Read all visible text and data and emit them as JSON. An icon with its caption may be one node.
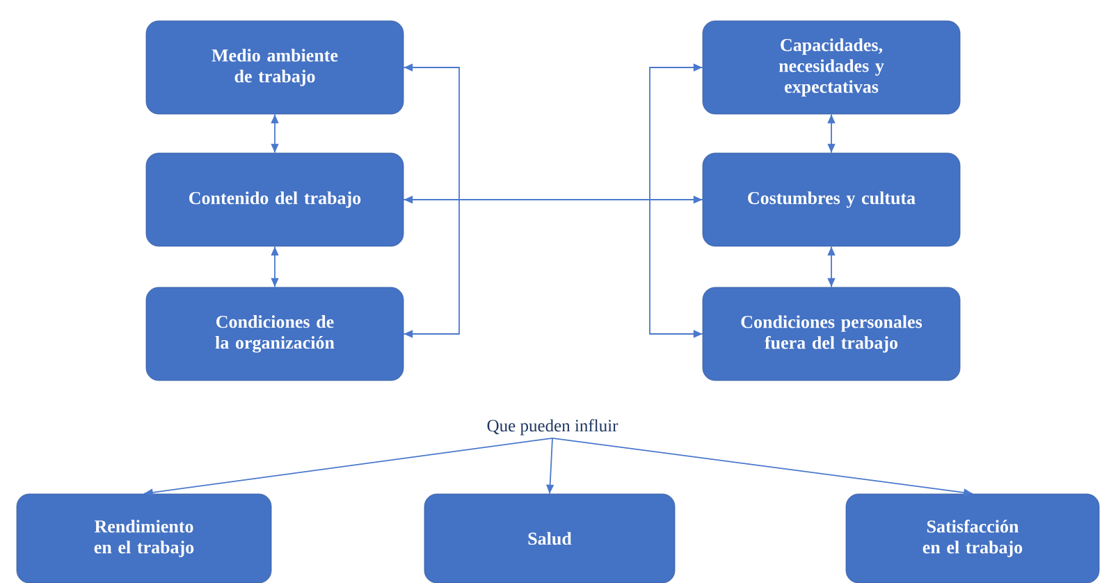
{
  "diagram": {
    "nodes": [
      {
        "text": [
          "Medio ambiente de trabajo"
        ]
      },
      {
        "text": [
          "Contenido del trabajo"
        ]
      },
      {
        "text": [
          "Condiciones de la organización"
        ]
      },
      {
        "text": [
          "Capacidades, necesidades y expectativas"
        ]
      },
      {
        "text": [
          "Costumbres y cultuta"
        ]
      },
      {
        "text": [
          "Condiciones personales fuera del trabajo"
        ]
      },
      {
        "text": [
          "Que pueden influir"
        ]
      },
      {
        "text": [
          "Rendimiento en el trabajo"
        ]
      },
      {
        "text": [
          "Salud"
        ]
      },
      {
        "text": [
          "Satisfacción en el trabajo"
        ]
      }
    ],
    "edges": [
      {
        "from": 0,
        "to": 1,
        "arrow": "both"
      },
      {
        "from": 1,
        "to": 2,
        "arrow": "both"
      },
      {
        "from": 3,
        "to": 4,
        "arrow": "both"
      },
      {
        "from": 4,
        "to": 5,
        "arrow": "both"
      },
      {
        "from": 1,
        "to": 4,
        "arrow": "both"
      },
      {
        "from": 4,
        "to": 0,
        "arrow": "to"
      },
      {
        "from": 4,
        "to": 2,
        "arrow": "to"
      },
      {
        "from": 1,
        "to": 3,
        "arrow": "to"
      },
      {
        "from": 1,
        "to": 5,
        "arrow": "to"
      },
      {
        "from": 6,
        "to": 7,
        "arrow": "to"
      },
      {
        "from": 6,
        "to": 8,
        "arrow": "to"
      },
      {
        "from": 6,
        "to": 9,
        "arrow": "to"
      }
    ]
  }
}
